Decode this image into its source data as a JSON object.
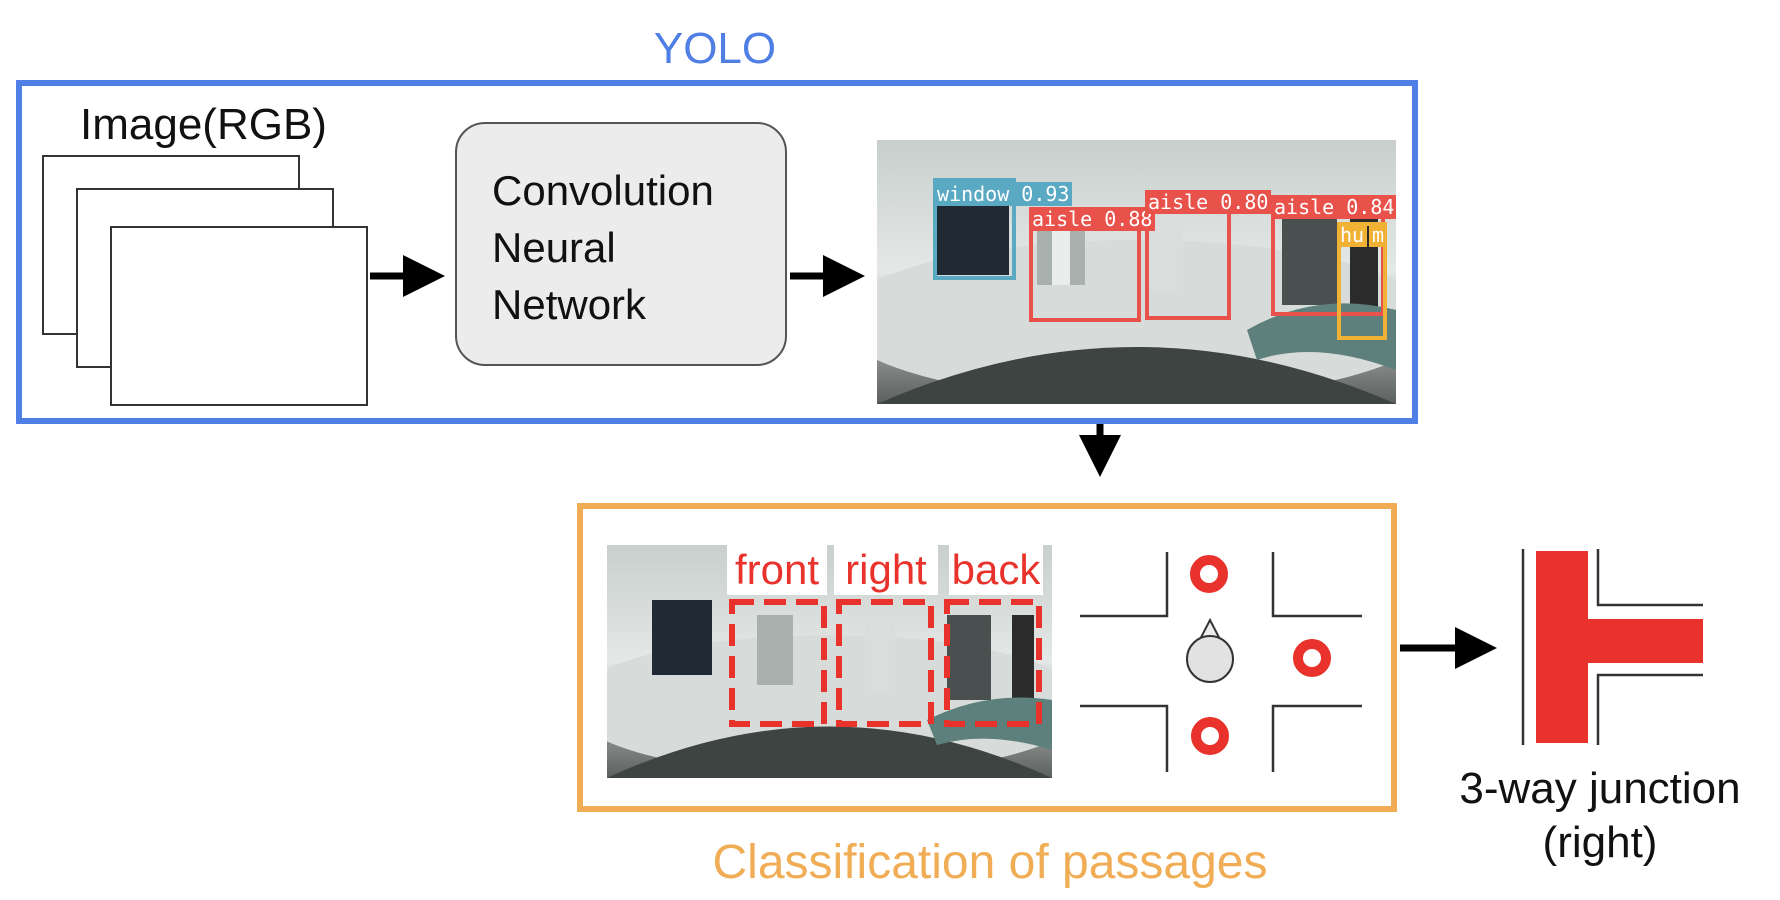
{
  "yolo": {
    "title": "YOLO",
    "input_label": "Image(RGB)",
    "cnn_lines": [
      "Convolution",
      "Neural",
      "Network"
    ],
    "detections": [
      {
        "label": "window 0.93",
        "color": "#5aa9c2"
      },
      {
        "label": "aisle 0.88",
        "color": "#e8524b"
      },
      {
        "label": "aisle 0.80",
        "color": "#e8524b"
      },
      {
        "label": "aisle 0.84",
        "color": "#e8524b"
      },
      {
        "label": "hu",
        "color": "#f0b134"
      },
      {
        "label": "m",
        "color": "#f0b134"
      }
    ]
  },
  "classification": {
    "title": "Classification of passages",
    "passages": [
      {
        "label": "front"
      },
      {
        "label": "right"
      },
      {
        "label": "back"
      }
    ]
  },
  "result": {
    "line1": "3-way junction",
    "line2": "(right)"
  },
  "colors": {
    "yolo_border": "#4f7fe5",
    "classification_border": "#f0ad55",
    "passage_red": "#e8322b",
    "arrow": "#000000"
  }
}
